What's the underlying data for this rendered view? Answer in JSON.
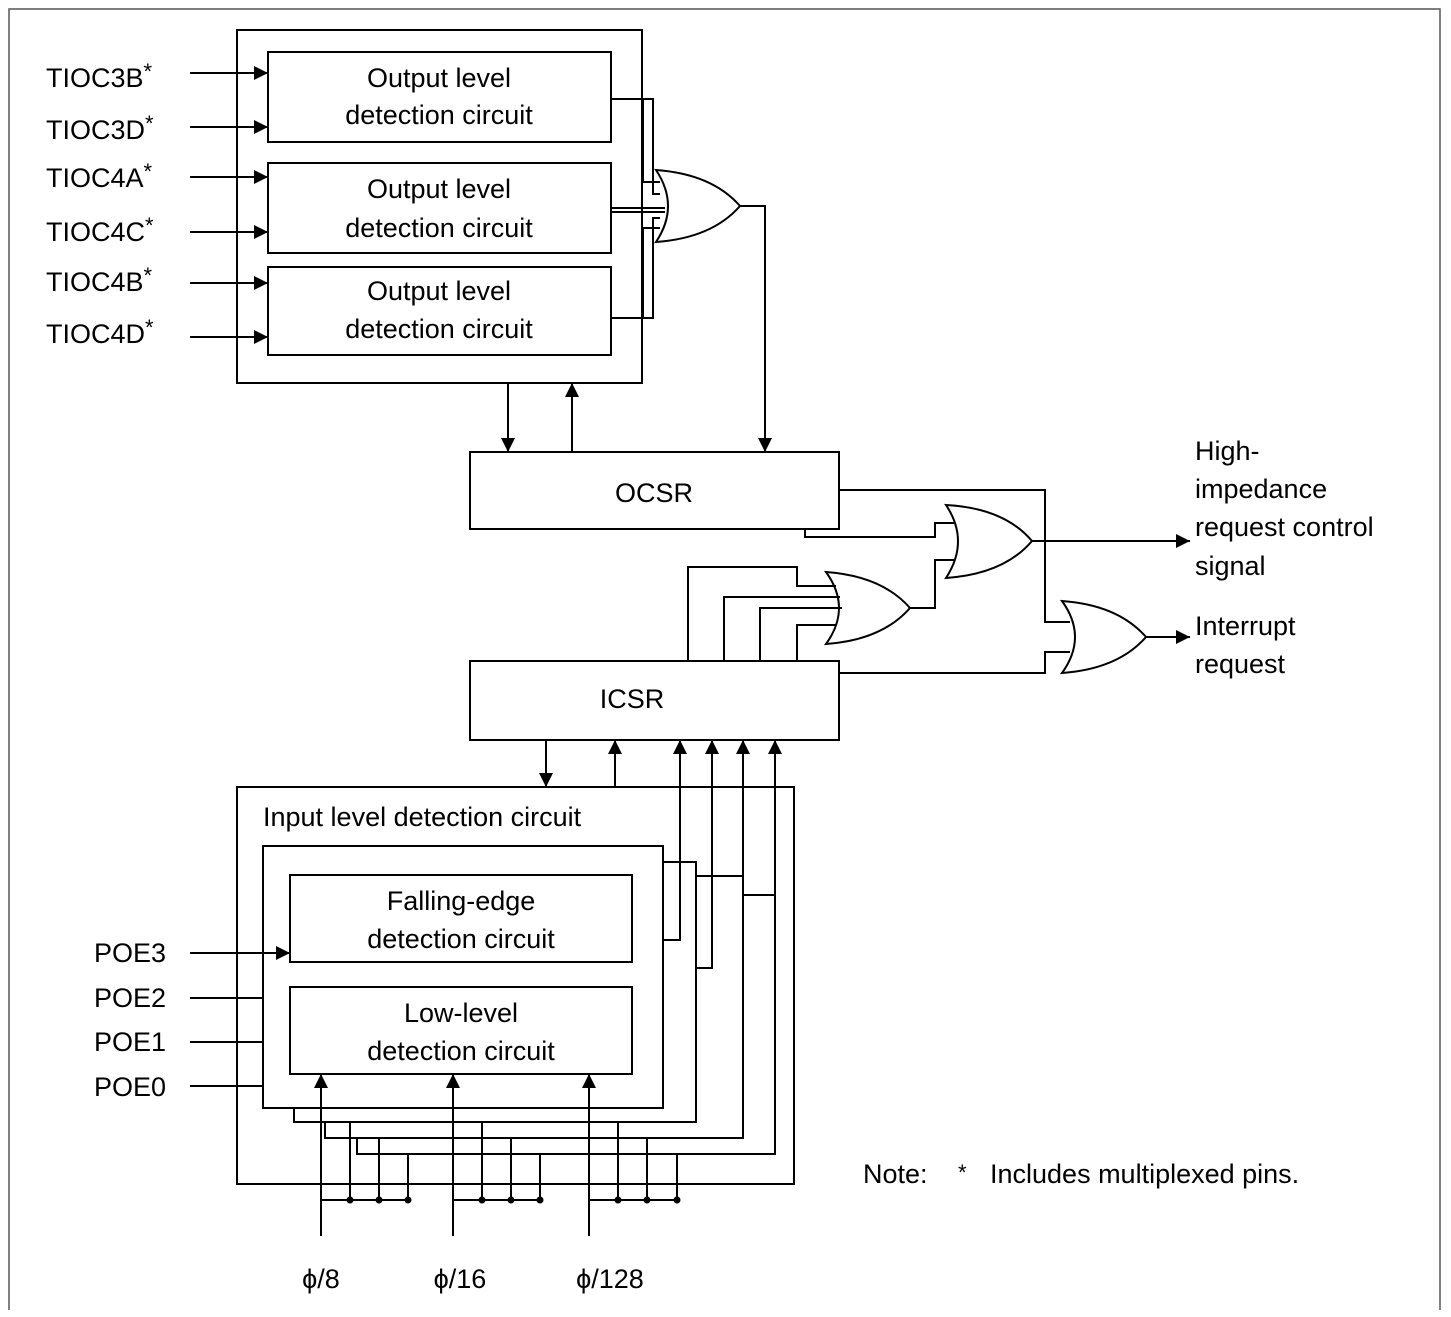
{
  "inputs_top": [
    {
      "name": "TIOC3B",
      "mark": "*"
    },
    {
      "name": "TIOC3D",
      "mark": "*"
    },
    {
      "name": "TIOC4A",
      "mark": "*"
    },
    {
      "name": "TIOC4C",
      "mark": "*"
    },
    {
      "name": "TIOC4B",
      "mark": "*"
    },
    {
      "name": "TIOC4D",
      "mark": "*"
    }
  ],
  "output_level_blocks": [
    {
      "line1": "Output level",
      "line2": "detection circuit"
    },
    {
      "line1": "Output level",
      "line2": "detection circuit"
    },
    {
      "line1": "Output level",
      "line2": "detection circuit"
    }
  ],
  "ocsr": "OCSR",
  "icsr": "ICSR",
  "outputs": {
    "high_impedance": [
      "High-",
      "impedance",
      "request control",
      "signal"
    ],
    "interrupt": [
      "Interrupt",
      "request"
    ]
  },
  "input_level_circuit": {
    "title": "Input level detection circuit",
    "falling_edge": [
      "Falling-edge",
      "detection circuit"
    ],
    "low_level": [
      "Low-level",
      "detection circuit"
    ]
  },
  "poe_inputs": [
    "POE3",
    "POE2",
    "POE1",
    "POE0"
  ],
  "clocks": [
    "ϕ/8",
    "ϕ/16",
    "ϕ/128"
  ],
  "note": {
    "label": "Note:",
    "mark": "*",
    "text": "Includes multiplexed pins."
  }
}
